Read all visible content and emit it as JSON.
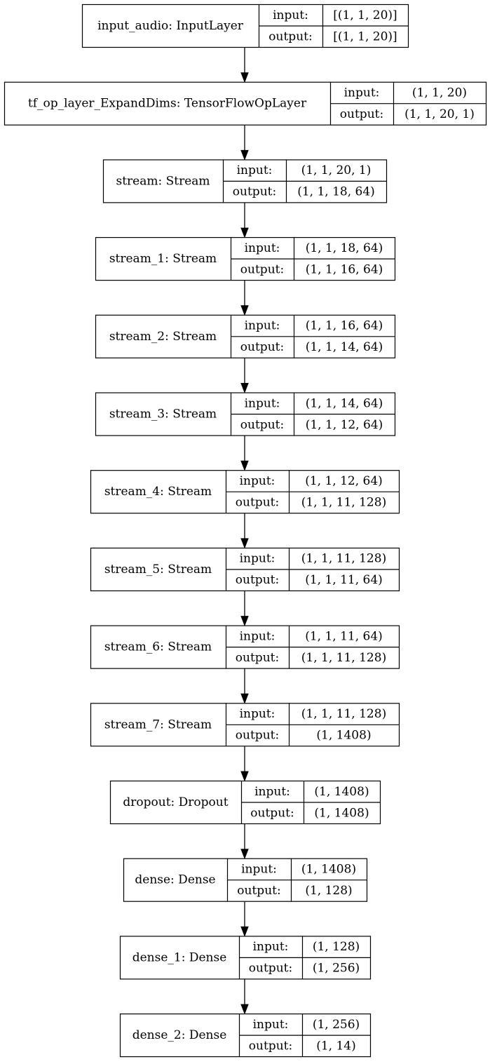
{
  "model_graph": {
    "io_labels": {
      "input": "input:",
      "output": "output:"
    },
    "layers": [
      {
        "id": "input-audio",
        "name": "input_audio: InputLayer",
        "input": "[(1, 1, 20)]",
        "output": "[(1, 1, 20)]"
      },
      {
        "id": "tf-op-layer-expanddims",
        "name": "tf_op_layer_ExpandDims: TensorFlowOpLayer",
        "input": "(1, 1, 20)",
        "output": "(1, 1, 20, 1)"
      },
      {
        "id": "stream",
        "name": "stream: Stream",
        "input": "(1, 1, 20, 1)",
        "output": "(1, 1, 18, 64)"
      },
      {
        "id": "stream-1",
        "name": "stream_1: Stream",
        "input": "(1, 1, 18, 64)",
        "output": "(1, 1, 16, 64)"
      },
      {
        "id": "stream-2",
        "name": "stream_2: Stream",
        "input": "(1, 1, 16, 64)",
        "output": "(1, 1, 14, 64)"
      },
      {
        "id": "stream-3",
        "name": "stream_3: Stream",
        "input": "(1, 1, 14, 64)",
        "output": "(1, 1, 12, 64)"
      },
      {
        "id": "stream-4",
        "name": "stream_4: Stream",
        "input": "(1, 1, 12, 64)",
        "output": "(1, 1, 11, 128)"
      },
      {
        "id": "stream-5",
        "name": "stream_5: Stream",
        "input": "(1, 1, 11, 128)",
        "output": "(1, 1, 11, 64)"
      },
      {
        "id": "stream-6",
        "name": "stream_6: Stream",
        "input": "(1, 1, 11, 64)",
        "output": "(1, 1, 11, 128)"
      },
      {
        "id": "stream-7",
        "name": "stream_7: Stream",
        "input": "(1, 1, 11, 128)",
        "output": "(1, 1408)"
      },
      {
        "id": "dropout",
        "name": "dropout: Dropout",
        "input": "(1, 1408)",
        "output": "(1, 1408)"
      },
      {
        "id": "dense",
        "name": "dense: Dense",
        "input": "(1, 1408)",
        "output": "(1, 128)"
      },
      {
        "id": "dense-1",
        "name": "dense_1: Dense",
        "input": "(1, 128)",
        "output": "(1, 256)"
      },
      {
        "id": "dense-2",
        "name": "dense_2: Dense",
        "input": "(1, 256)",
        "output": "(1, 14)"
      }
    ]
  }
}
